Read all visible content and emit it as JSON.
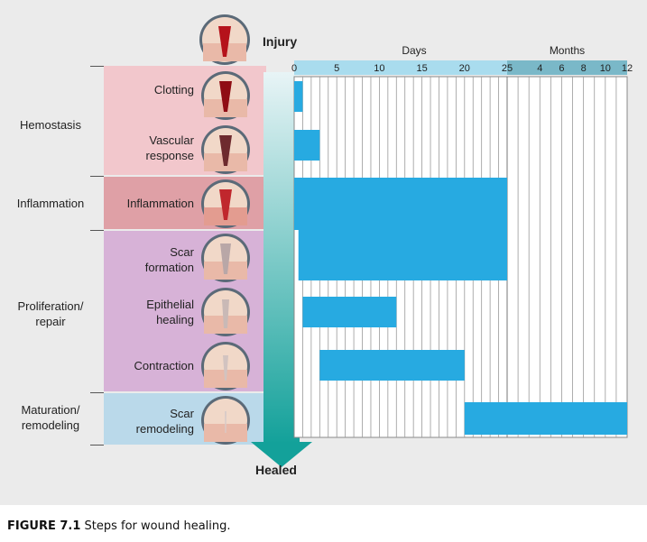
{
  "figure": {
    "start_label": "Injury",
    "end_label": "Healed",
    "caption_prefix": "FIGURE 7.1",
    "caption_text": " Steps for wound healing."
  },
  "phases": [
    {
      "label": "Hemostasis",
      "color": "#f2c7cc"
    },
    {
      "label": "Inflammation",
      "color": "#dfa0a6"
    },
    {
      "label": "Proliferation/\nrepair",
      "color": "#d7b2d7"
    },
    {
      "label": "Maturation/\nremodeling",
      "color": "#bad9ea"
    }
  ],
  "stages": [
    {
      "label": "Clotting",
      "icon": "wound-clot-icon"
    },
    {
      "label": "Vascular\nresponse",
      "icon": "wound-vascular-icon"
    },
    {
      "label": "Inflammation",
      "icon": "wound-inflammation-icon"
    },
    {
      "label": "Scar\nformation",
      "icon": "wound-scar-formation-icon"
    },
    {
      "label": "Epithelial\nhealing",
      "icon": "wound-epithelial-icon"
    },
    {
      "label": "Contraction",
      "icon": "wound-contraction-icon"
    },
    {
      "label": "Scar\nremodeling",
      "icon": "wound-remodeling-icon"
    }
  ],
  "colors": {
    "bar": "#27aae1",
    "days_header": "#a9dcee",
    "months_header": "#7ab8c8",
    "arrow_top": "#e8f4f6",
    "arrow_bottom": "#13a19a"
  },
  "chart_data": {
    "type": "gantt",
    "axes": [
      {
        "label": "Days",
        "ticks": [
          "0",
          "5",
          "10",
          "15",
          "20",
          "25"
        ],
        "range": [
          0,
          25
        ]
      },
      {
        "label": "Months",
        "ticks": [
          "4",
          "6",
          "8",
          "10",
          "12"
        ],
        "range": [
          1,
          12
        ]
      }
    ],
    "series": [
      {
        "name": "Clotting",
        "start": "day 0",
        "end": "day 1"
      },
      {
        "name": "Vascular response",
        "start": "day 0",
        "end": "day 3"
      },
      {
        "name": "Inflammation",
        "start": "day 0",
        "end": "day 25"
      },
      {
        "name": "Scar formation",
        "start": "day 0.5",
        "end": "day 25"
      },
      {
        "name": "Epithelial healing",
        "start": "day 1",
        "end": "day 12"
      },
      {
        "name": "Contraction",
        "start": "day 3",
        "end": "day 20"
      },
      {
        "name": "Scar remodeling",
        "start": "day 20",
        "end": "month 12"
      }
    ],
    "bars_numeric": [
      {
        "start_day": 0,
        "end_day": 1
      },
      {
        "start_day": 0,
        "end_day": 3
      },
      {
        "start_day": 0,
        "end_day": 25
      },
      {
        "start_day": 0.5,
        "end_day": 25
      },
      {
        "start_day": 1,
        "end_day": 12
      },
      {
        "start_day": 3,
        "end_day": 20
      },
      {
        "start_day": 20,
        "end_month": 12
      }
    ]
  }
}
